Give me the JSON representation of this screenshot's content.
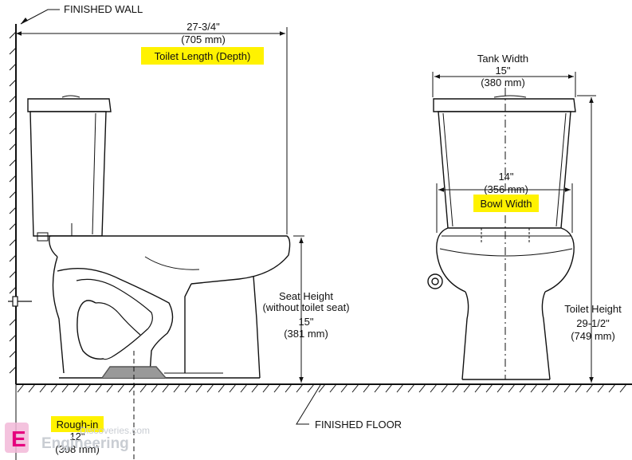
{
  "labels": {
    "finished_wall": "FINISHED WALL",
    "finished_floor": "FINISHED FLOOR",
    "length_in": "27-3/4\"",
    "length_mm": "(705 mm)",
    "length_title": "Toilet Length (Depth)",
    "seat_title": "Seat Height",
    "seat_sub": "(without toilet seat)",
    "seat_in": "15\"",
    "seat_mm": "(381 mm)",
    "rough_title": "Rough-in",
    "rough_in": "12\"",
    "rough_mm": "(308 mm)",
    "tank_title": "Tank Width",
    "tank_in": "15\"",
    "tank_mm": "(380 mm)",
    "bowl_in": "14\"",
    "bowl_mm": "(356 mm)",
    "bowl_title": "Bowl Width",
    "height_title": "Toilet Height",
    "height_in": "29-1/2\"",
    "height_mm": "(749 mm)"
  },
  "watermark": {
    "logo_letter": "E",
    "site": "Discoveries.com",
    "brand": "Engineering"
  },
  "colors": {
    "highlight": "#fff200",
    "ink": "#111111",
    "watermark": "#c9cdd3"
  }
}
